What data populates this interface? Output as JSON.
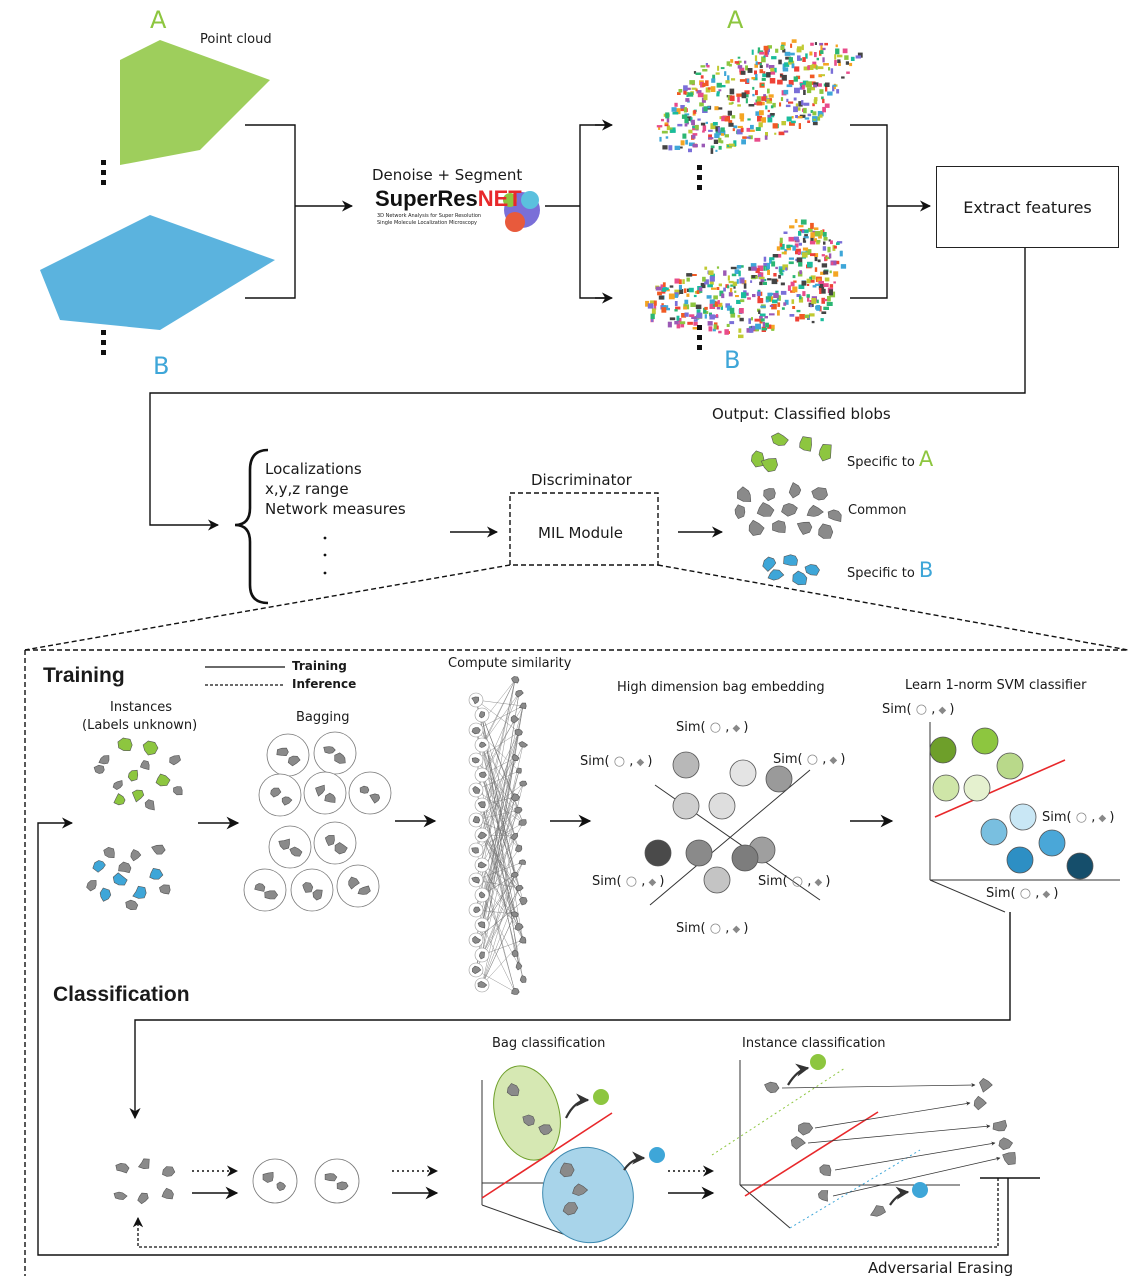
{
  "colors": {
    "a_green": "#8dc63f",
    "b_blue": "#3ea6d8",
    "gray": "#8a8a8a",
    "red": "#e8282b"
  },
  "top": {
    "label_a": "A",
    "label_b": "B",
    "point_cloud": "Point cloud",
    "denoise": "Denoise + Segment",
    "logo_super": "SuperRes",
    "logo_net": "NET",
    "logo_sub1": "3D Network Analysis for Super Resolution",
    "logo_sub2": "Single Molecule Localization Microscopy",
    "extract": "Extract features"
  },
  "middle": {
    "features": [
      "Localizations",
      "x,y,z range",
      "Network measures"
    ],
    "discriminator": "Discriminator",
    "mil": "MIL Module",
    "output": "Output: Classified blobs",
    "specific_to": "Specific to",
    "common": "Common",
    "a": "A",
    "b": "B"
  },
  "training": {
    "title": "Training",
    "legend_training": "Training",
    "legend_inference": "Inference",
    "instances": "Instances",
    "labels_unknown": "(Labels unknown)",
    "bagging": "Bagging",
    "compute_similarity": "Compute similarity",
    "bag_embedding": "High dimension bag embedding",
    "learn_svm": "Learn 1-norm SVM classifier",
    "sim_open": "Sim(",
    "sim_sep": ",",
    "sim_close": ")"
  },
  "classification": {
    "title": "Classification",
    "bag_class": "Bag classification",
    "instance_class": "Instance classification",
    "adversarial": "Adversarial Erasing"
  }
}
